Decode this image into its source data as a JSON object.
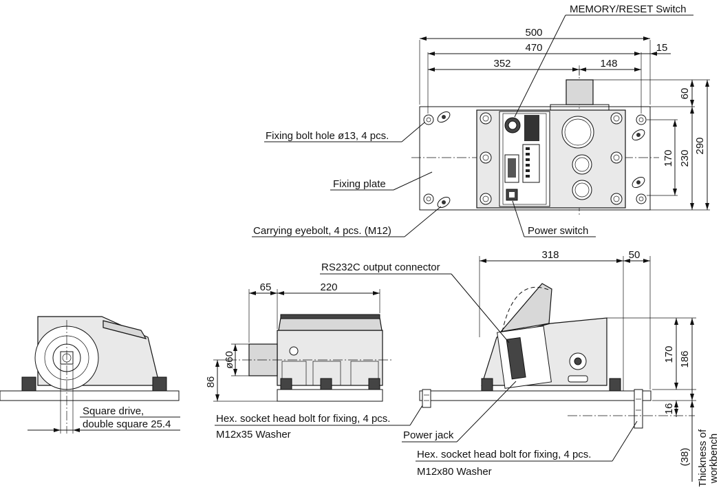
{
  "labels": {
    "memory_reset_switch": "MEMORY/RESET Switch",
    "fixing_bolt_hole": "Fixing bolt hole ø13, 4 pcs.",
    "fixing_plate": "Fixing plate",
    "carrying_eyebolt": "Carrying eyebolt, 4 pcs. (M12)",
    "power_switch": "Power switch",
    "rs232c_connector": "RS232C output connector",
    "square_drive_line1": "Square drive,",
    "square_drive_line2": "double square 25.4",
    "hex_bolt_left_line1": "Hex. socket head bolt for fixing, 4 pcs.",
    "hex_bolt_left_line2": "M12x35 Washer",
    "power_jack": "Power jack",
    "hex_bolt_right_line1": "Hex. socket head bolt for fixing, 4 pcs.",
    "hex_bolt_right_line2": "M12x80 Washer",
    "workbench_line1": "Thickness of",
    "workbench_line2": "workbench"
  },
  "dimensions": {
    "top_500": "500",
    "top_470": "470",
    "top_15": "15",
    "top_352": "352",
    "top_148": "148",
    "top_60": "60",
    "top_170": "170",
    "top_230": "230",
    "top_290": "290",
    "front_318": "318",
    "front_50": "50",
    "front_170": "170",
    "front_186": "186",
    "front_16": "16",
    "front_38": "(38)",
    "side_65": "65",
    "side_220": "220",
    "side_dia60": "ø60",
    "side_86": "86"
  }
}
